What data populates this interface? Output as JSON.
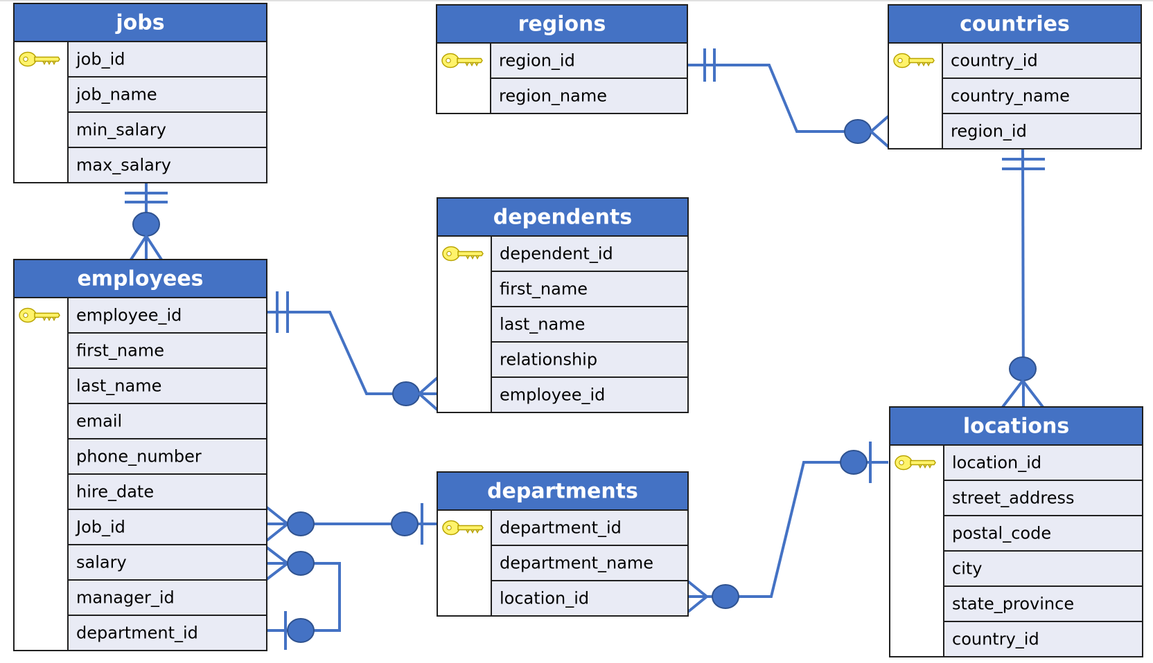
{
  "colors": {
    "header_fill": "#4472c4",
    "row_fill": "#e9ebf5",
    "border": "#1f1f1f",
    "relationship_line": "#4472c4",
    "key_icon": "#fff36b"
  },
  "tables": [
    {
      "id": "jobs",
      "title": "jobs",
      "fields": [
        {
          "name": "job_id",
          "primary_key": true
        },
        {
          "name": "job_name"
        },
        {
          "name": "min_salary"
        },
        {
          "name": "max_salary"
        }
      ]
    },
    {
      "id": "regions",
      "title": "regions",
      "fields": [
        {
          "name": "region_id",
          "primary_key": true
        },
        {
          "name": "region_name"
        }
      ]
    },
    {
      "id": "countries",
      "title": "countries",
      "fields": [
        {
          "name": "country_id",
          "primary_key": true
        },
        {
          "name": "country_name"
        },
        {
          "name": "region_id"
        }
      ]
    },
    {
      "id": "dependents",
      "title": "dependents",
      "fields": [
        {
          "name": "dependent_id",
          "primary_key": true
        },
        {
          "name": "first_name"
        },
        {
          "name": "last_name"
        },
        {
          "name": "relationship"
        },
        {
          "name": "employee_id"
        }
      ]
    },
    {
      "id": "employees",
      "title": "employees",
      "fields": [
        {
          "name": "employee_id",
          "primary_key": true
        },
        {
          "name": "first_name"
        },
        {
          "name": "last_name"
        },
        {
          "name": "email"
        },
        {
          "name": "phone_number"
        },
        {
          "name": "hire_date"
        },
        {
          "name": "Job_id"
        },
        {
          "name": "salary"
        },
        {
          "name": "manager_id"
        },
        {
          "name": "department_id"
        }
      ]
    },
    {
      "id": "departments",
      "title": "departments",
      "fields": [
        {
          "name": "department_id",
          "primary_key": true
        },
        {
          "name": "department_name"
        },
        {
          "name": "location_id"
        }
      ]
    },
    {
      "id": "locations",
      "title": "locations",
      "fields": [
        {
          "name": "location_id",
          "primary_key": true
        },
        {
          "name": "street_address"
        },
        {
          "name": "postal_code"
        },
        {
          "name": "city"
        },
        {
          "name": "state_province"
        },
        {
          "name": "country_id"
        }
      ]
    }
  ],
  "relationships": [
    {
      "id": "regions-countries",
      "from": "regions",
      "to": "countries",
      "from_cardinality": "one-and-only-one",
      "to_cardinality": "zero-or-many"
    },
    {
      "id": "countries-locations",
      "from": "countries",
      "to": "locations",
      "from_cardinality": "one-and-only-one",
      "to_cardinality": "zero-or-many"
    },
    {
      "id": "jobs-employees",
      "from": "jobs",
      "to": "employees",
      "from_cardinality": "one-and-only-one",
      "to_cardinality": "zero-or-many"
    },
    {
      "id": "employees-dependents",
      "from": "employees",
      "to": "dependents",
      "from_cardinality": "one-and-only-one",
      "to_cardinality": "zero-or-many"
    },
    {
      "id": "departments-employees",
      "from": "departments",
      "to": "employees",
      "from_cardinality": "zero-or-one",
      "to_cardinality": "zero-or-many"
    },
    {
      "id": "employees-manager",
      "from": "employees",
      "to": "employees",
      "from_cardinality": "zero-or-one",
      "to_cardinality": "zero-or-many"
    },
    {
      "id": "locations-departments",
      "from": "locations",
      "to": "departments",
      "from_cardinality": "zero-or-one",
      "to_cardinality": "zero-or-many"
    }
  ]
}
